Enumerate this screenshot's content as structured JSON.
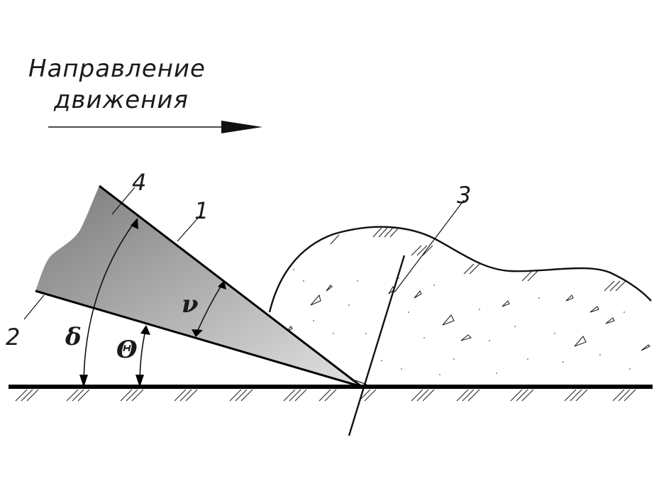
{
  "title": {
    "line1": "Направление",
    "line2": "движения"
  },
  "labels": {
    "one": "1",
    "two": "2",
    "three": "3",
    "four": "4"
  },
  "angles": {
    "delta": "δ",
    "theta": "Θ",
    "nu": "ν"
  }
}
